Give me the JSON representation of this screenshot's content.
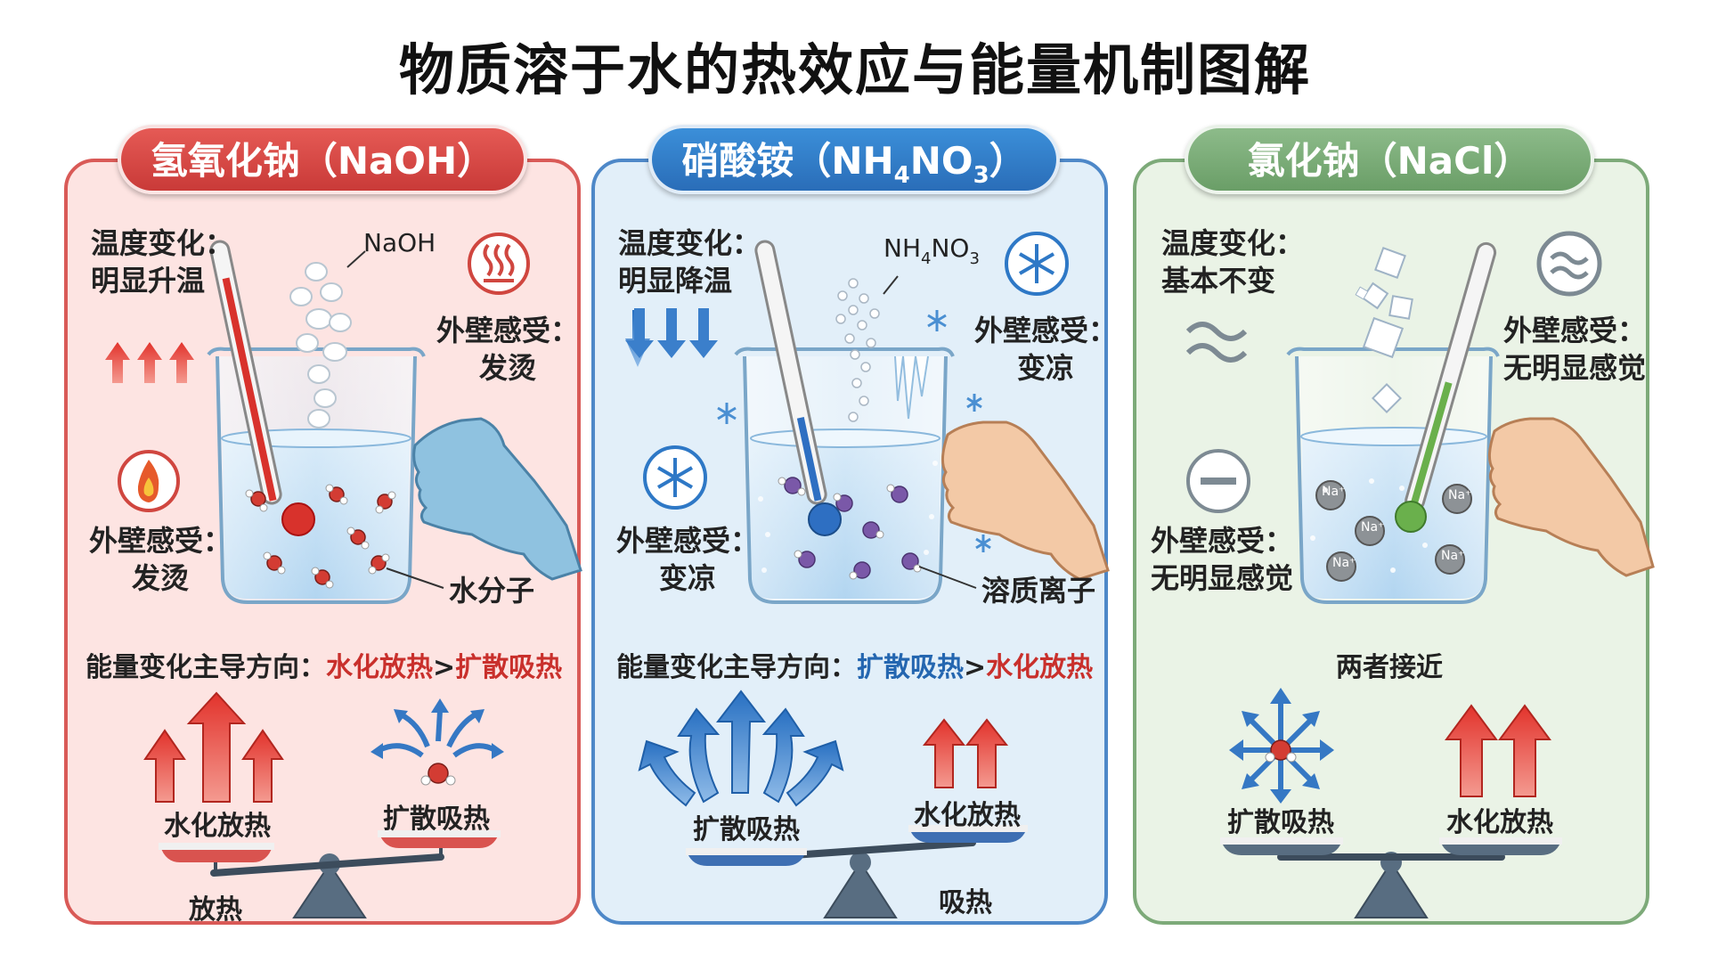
{
  "title": "物质溶于水的热效应与能量机制图解",
  "colors": {
    "red": "#c9302c",
    "blue": "#2466b0",
    "green": "#6a9e67"
  },
  "panels": [
    {
      "id": "naoh",
      "header": "氢氧化钠（NaOH）",
      "temp_label_1": "温度变化：",
      "temp_label_2": "明显升温",
      "solute_label": "NaOH",
      "wall_label_1": "外壁感受：",
      "wall_label_2": "发烫",
      "wall_label_b1": "外壁感受：",
      "wall_label_b2": "发烫",
      "molecule_label": "水分子",
      "energy_prefix": "能量变化主导方向：",
      "energy_a": "水化放热",
      "energy_sep": ">",
      "energy_b": "扩散吸热",
      "scale_left": "水化放热",
      "scale_right": "扩散吸热",
      "result": "放热",
      "icons": [
        "heat-waves-icon",
        "fire-icon",
        "arrow-up-icon"
      ]
    },
    {
      "id": "nh4no3",
      "header_main": "硝酸铵（NH",
      "header_sub1": "4",
      "header_mid": "NO",
      "header_sub2": "3",
      "header_end": "）",
      "temp_label_1": "温度变化：",
      "temp_label_2": "明显降温",
      "solute_main": "NH",
      "solute_sub1": "4",
      "solute_mid": "NO",
      "solute_sub2": "3",
      "wall_label_1": "外壁感受：",
      "wall_label_2": "变凉",
      "wall_label_b1": "外壁感受：",
      "wall_label_b2": "变凉",
      "molecule_label": "溶质离子",
      "energy_prefix": "能量变化主导方向：",
      "energy_a": "扩散吸热",
      "energy_sep": ">",
      "energy_b": "水化放热",
      "scale_left": "扩散吸热",
      "scale_right": "水化放热",
      "result": "吸热",
      "icons": [
        "snowflake-icon",
        "arrow-down-icon"
      ]
    },
    {
      "id": "nacl",
      "header": "氯化钠（NaCl）",
      "temp_label_1": "温度变化：",
      "temp_label_2": "基本不变",
      "wall_label_1": "外壁感受：",
      "wall_label_2": "无明显感觉",
      "wall_label_b1": "外壁感受：",
      "wall_label_b2": "无明显感觉",
      "ion_label": "Na⁺",
      "energy_line": "两者接近",
      "scale_left": "扩散吸热",
      "scale_right": "水化放热",
      "icons": [
        "approx-icon",
        "minus-icon"
      ]
    }
  ]
}
